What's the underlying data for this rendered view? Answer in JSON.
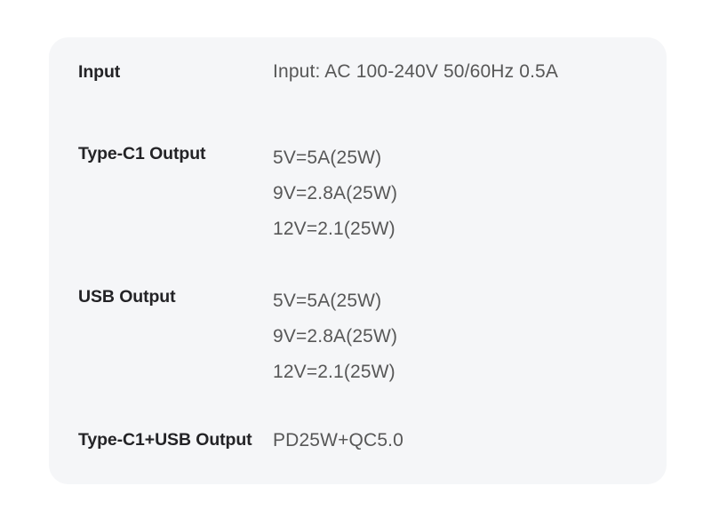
{
  "card": {
    "background_color": "#f5f6f8",
    "page_background_color": "#ffffff",
    "label_color": "#232326",
    "value_color": "#575757"
  },
  "spec_rows": [
    {
      "label": "Input",
      "values": [
        "Input: AC 100-240V 50/60Hz 0.5A"
      ]
    },
    {
      "label": "Type-C1 Output",
      "values": [
        "5V=5A(25W)",
        "9V=2.8A(25W)",
        "12V=2.1(25W)"
      ]
    },
    {
      "label": "USB Output",
      "values": [
        "5V=5A(25W)",
        "9V=2.8A(25W)",
        "12V=2.1(25W)"
      ]
    },
    {
      "label": "Type-C1+USB Output",
      "values": [
        "PD25W+QC5.0"
      ]
    }
  ]
}
